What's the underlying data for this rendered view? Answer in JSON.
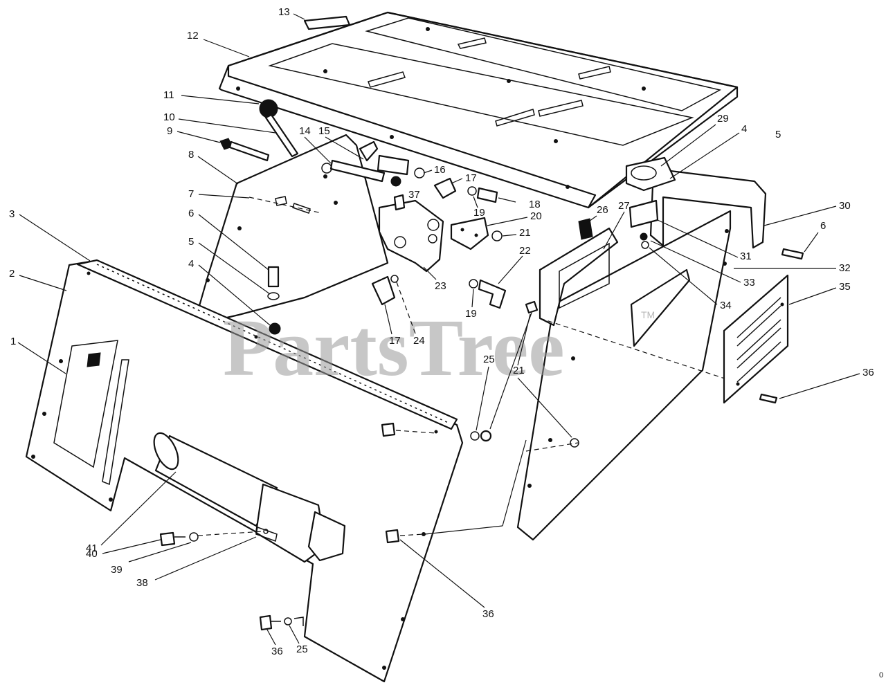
{
  "watermark": {
    "text": "PartsTree",
    "tm": "TM"
  },
  "callouts": [
    "1",
    "2",
    "3",
    "4",
    "5",
    "6",
    "7",
    "8",
    "9",
    "10",
    "11",
    "12",
    "13",
    "14",
    "15",
    "16",
    "17",
    "18",
    "19",
    "20",
    "21",
    "22",
    "23",
    "24",
    "25",
    "26",
    "27",
    "29",
    "30",
    "31",
    "32",
    "33",
    "34",
    "35",
    "36",
    "37",
    "38",
    "39",
    "40",
    "41"
  ],
  "labels": {
    "l13": "13",
    "l12": "12",
    "l11": "11",
    "l10": "10",
    "l9": "9",
    "l8": "8",
    "l7": "7",
    "l6a": "6",
    "l5a": "5",
    "l4a": "4",
    "l3": "3",
    "l2": "2",
    "l1": "1",
    "l14": "14",
    "l15": "15",
    "l16": "16",
    "l17a": "17",
    "l37": "37",
    "l18": "18",
    "l19a": "19",
    "l20": "20",
    "l21a": "21",
    "l22": "22",
    "l23": "23",
    "l17b": "17",
    "l24": "24",
    "l19b": "19",
    "l25a": "25",
    "l21b": "21",
    "l26": "26",
    "l27": "27",
    "l29": "29",
    "l4b": "4",
    "l5b": "5",
    "l30": "30",
    "l6b": "6",
    "l31": "31",
    "l32": "32",
    "l33": "33",
    "l34": "34",
    "l35": "35",
    "l36a": "36",
    "l36b": "36",
    "l36c": "36",
    "l25b": "25",
    "l41": "41",
    "l40": "40",
    "l39": "39",
    "l38": "38",
    "corner": "0"
  }
}
